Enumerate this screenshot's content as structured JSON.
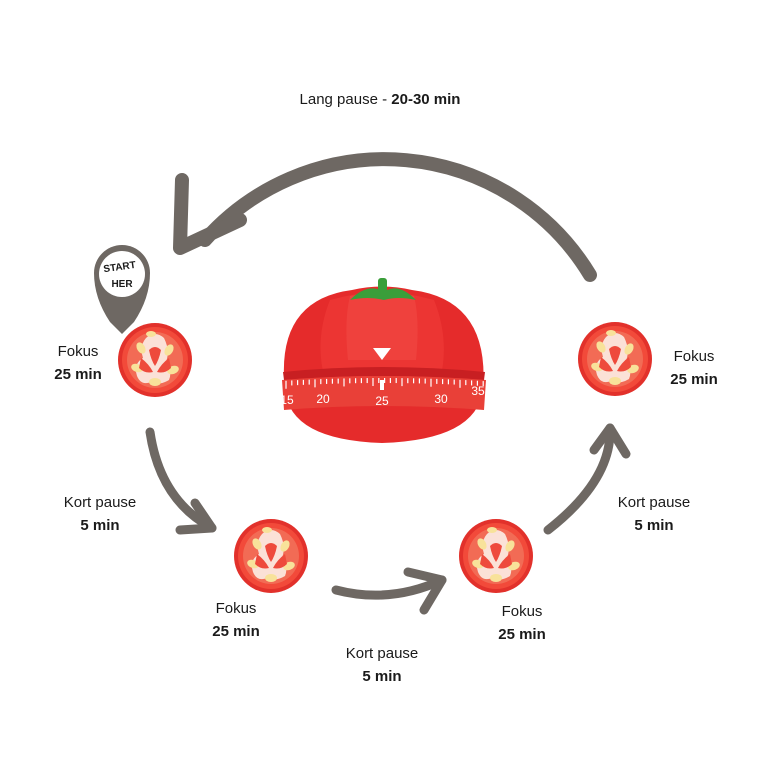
{
  "long_pause": {
    "prefix": "Lang pause - ",
    "duration": "20-30 min"
  },
  "start_badge": {
    "line1": "START",
    "line2": "HER"
  },
  "cycles": [
    {
      "label": "Fokus",
      "duration": "25 min"
    },
    {
      "label": "Fokus",
      "duration": "25 min"
    },
    {
      "label": "Fokus",
      "duration": "25 min"
    },
    {
      "label": "Fokus",
      "duration": "25 min"
    }
  ],
  "short_pauses": [
    {
      "label": "Kort pause",
      "duration": "5 min"
    },
    {
      "label": "Kort pause",
      "duration": "5 min"
    },
    {
      "label": "Kort pause",
      "duration": "5 min"
    }
  ],
  "timer": {
    "dial_numbers": [
      "15",
      "20",
      "25",
      "30",
      "35"
    ]
  },
  "colors": {
    "tomato": "#e52b2b",
    "tomato_dark": "#c81f22",
    "leaf": "#3a9e3a",
    "arrow": "#6e6863",
    "text": "#1a1a1a"
  }
}
